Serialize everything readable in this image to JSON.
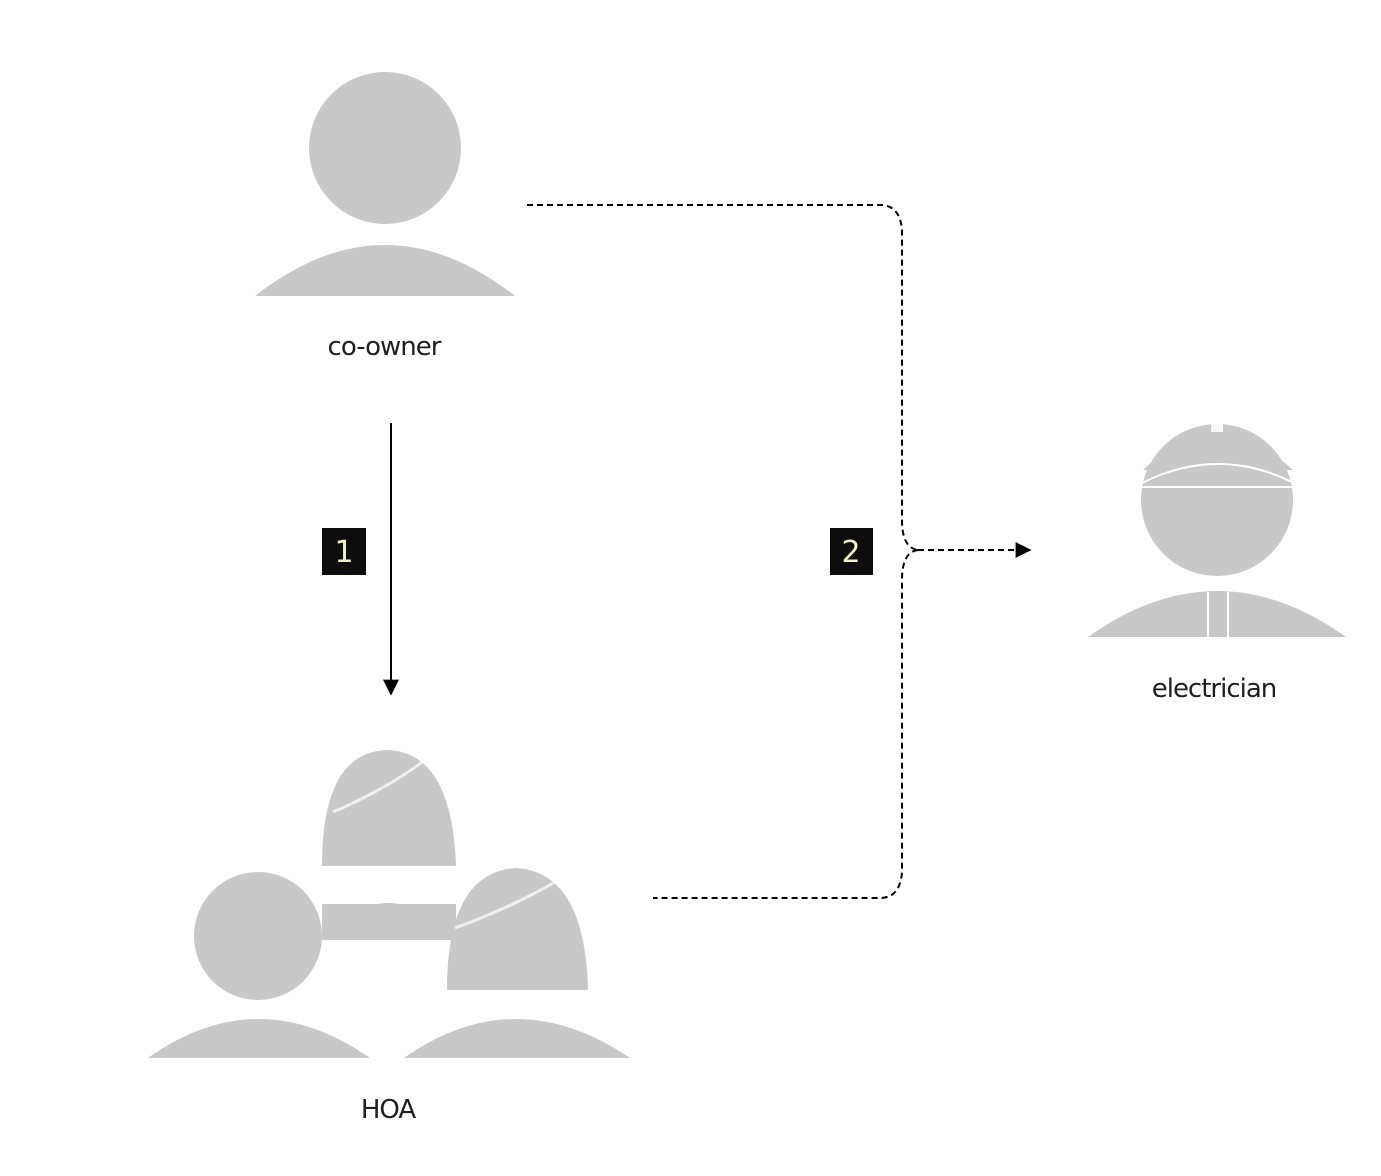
{
  "diagram": {
    "colors": {
      "figure": "#c8c8c8",
      "figure_line": "#ffffff",
      "arrow": "#000000",
      "badge_bg": "#0d0d0d",
      "badge_text": "#f2efc4",
      "label_text": "#1f1f1f"
    },
    "actors": {
      "co_owner": {
        "label": "co-owner",
        "icon": "person-icon"
      },
      "hoa": {
        "label": "HOA",
        "icon": "group-icon"
      },
      "electrician": {
        "label": "electrician",
        "icon": "electrician-helmet-icon"
      }
    },
    "steps": {
      "step1": {
        "number": "1",
        "from": "co-owner",
        "to": "HOA",
        "line_style": "solid"
      },
      "step2": {
        "number": "2",
        "from": "co-owner and HOA",
        "to": "electrician",
        "line_style": "dashed"
      }
    }
  }
}
